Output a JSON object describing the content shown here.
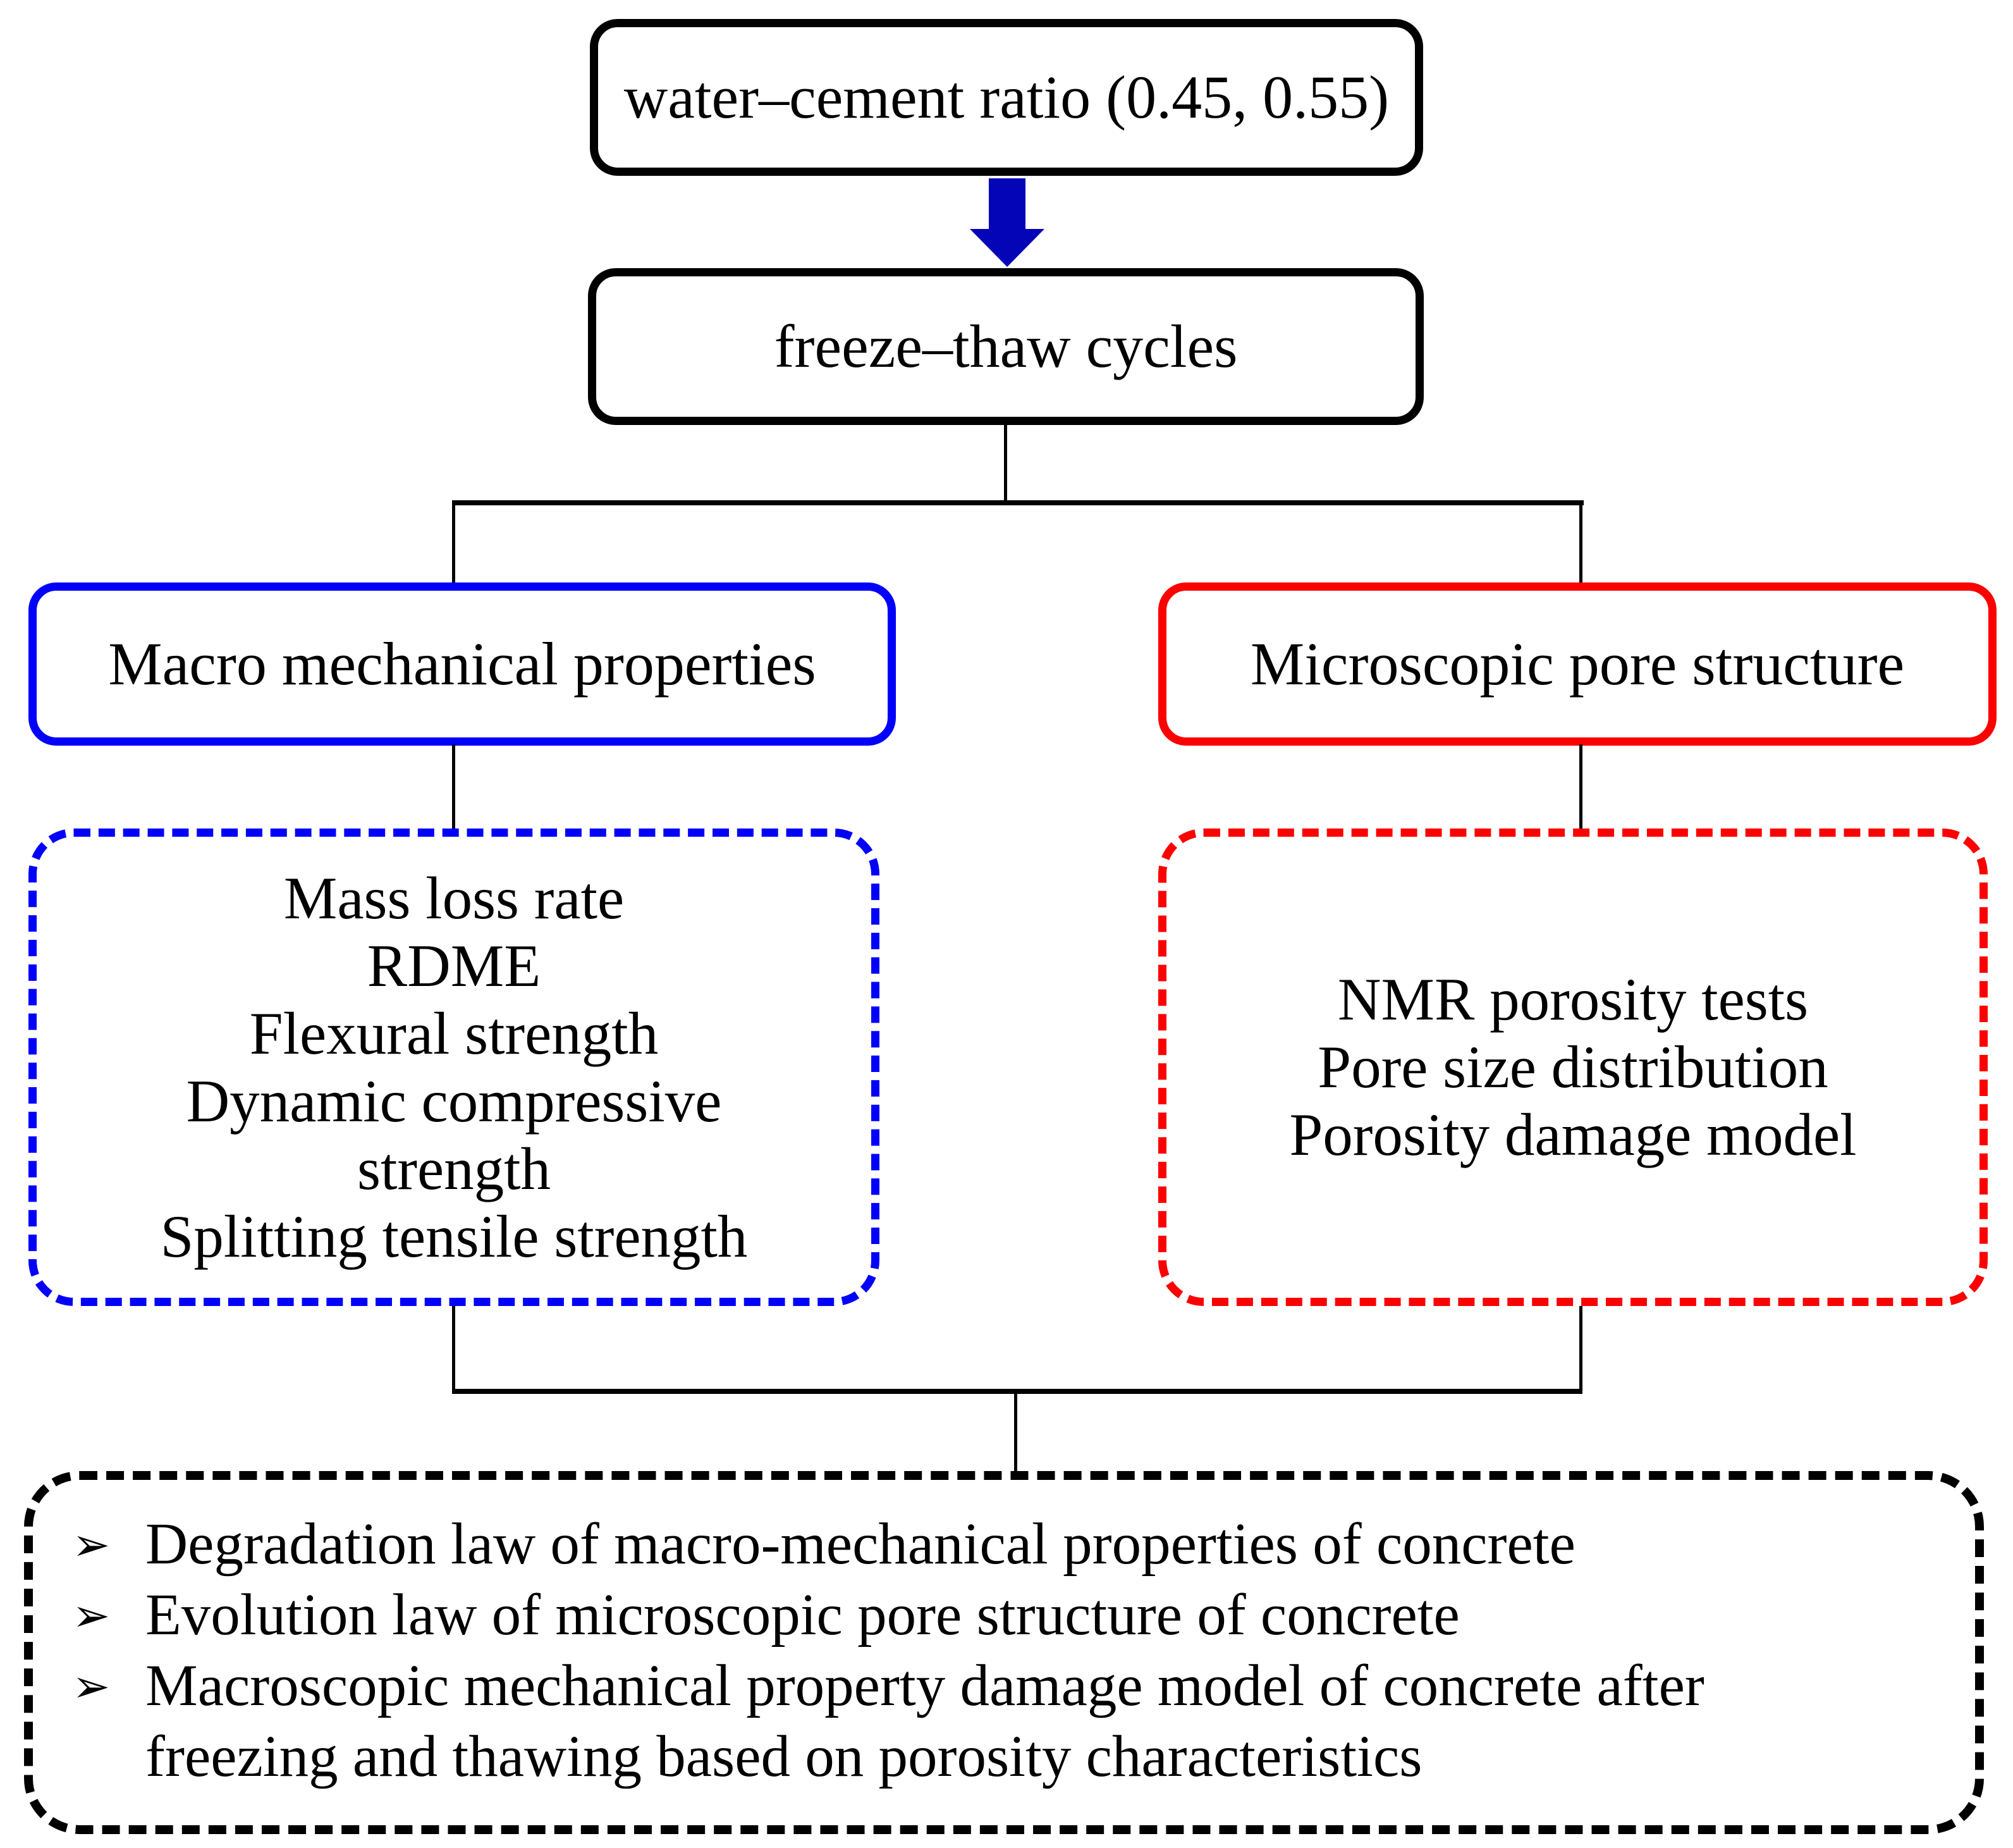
{
  "diagram": {
    "colors": {
      "accent_blue": "#0000fb",
      "accent_red": "#fb0100",
      "arrow_blue": "#0505b8",
      "line_black": "#000000"
    },
    "top_box": {
      "label": "water–cement ratio (0.45, 0.55)"
    },
    "cycle_box": {
      "label": "freeze–thaw cycles"
    },
    "left_branch": {
      "title": "Macro mechanical properties",
      "items": [
        "Mass loss rate",
        "RDME",
        "Flexural strength",
        "Dynamic compressive\nstrength",
        "Splitting tensile strength"
      ]
    },
    "right_branch": {
      "title": "Microscopic pore structure",
      "items": [
        "NMR porosity tests",
        "Pore size distribution",
        "Porosity damage model"
      ]
    },
    "outcomes": {
      "bullet_glyph": "➢",
      "items": [
        "Degradation law of macro-mechanical properties of concrete",
        "Evolution law of microscopic pore structure of concrete",
        "Macroscopic mechanical property damage model of concrete after\nfreezing and thawing based on porosity characteristics"
      ]
    }
  }
}
